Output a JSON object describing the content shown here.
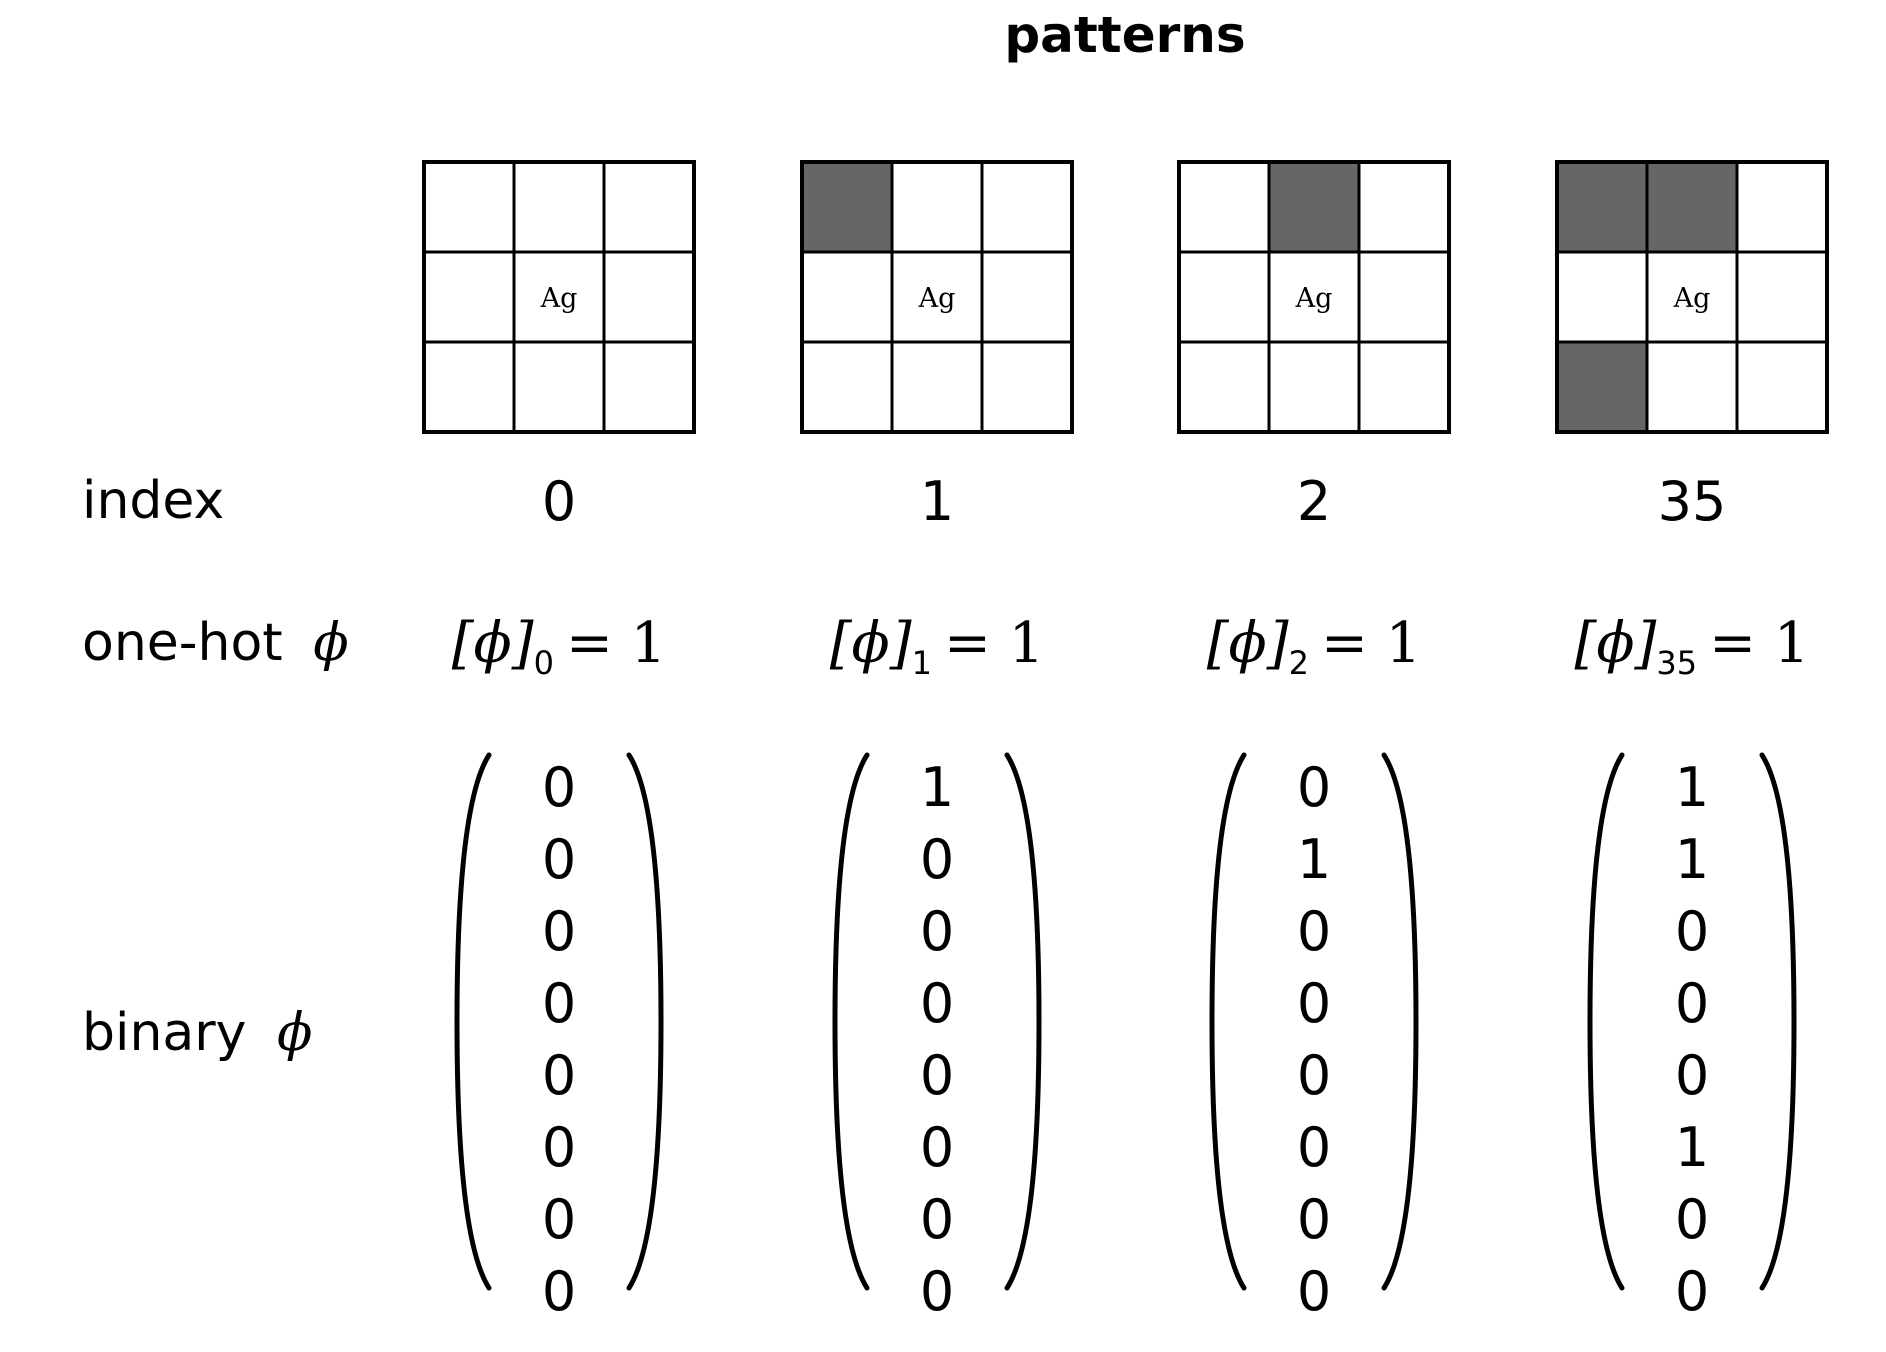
{
  "title": "patterns",
  "row_labels": {
    "index": "index",
    "one_hot_text": "one-hot",
    "binary_text": "binary",
    "phi_symbol": "ϕ"
  },
  "center_label": "Ag",
  "colors": {
    "filled": "#666666",
    "empty": "#ffffff",
    "stroke": "#000000"
  },
  "columns": [
    {
      "index": "0",
      "cells": [
        0,
        0,
        0,
        0,
        0,
        0,
        0,
        0,
        0
      ],
      "onehot": {
        "left": "[ϕ]",
        "sub": "0",
        "right": "= 1"
      },
      "binary": [
        "0",
        "0",
        "0",
        "0",
        "0",
        "0",
        "0",
        "0"
      ]
    },
    {
      "index": "1",
      "cells": [
        1,
        0,
        0,
        0,
        0,
        0,
        0,
        0,
        0
      ],
      "onehot": {
        "left": "[ϕ]",
        "sub": "1",
        "right": "= 1"
      },
      "binary": [
        "1",
        "0",
        "0",
        "0",
        "0",
        "0",
        "0",
        "0"
      ]
    },
    {
      "index": "2",
      "cells": [
        0,
        1,
        0,
        0,
        0,
        0,
        0,
        0,
        0
      ],
      "onehot": {
        "left": "[ϕ]",
        "sub": "2",
        "right": "= 1"
      },
      "binary": [
        "0",
        "1",
        "0",
        "0",
        "0",
        "0",
        "0",
        "0"
      ]
    },
    {
      "index": "35",
      "cells": [
        1,
        1,
        0,
        0,
        0,
        0,
        1,
        0,
        0
      ],
      "onehot": {
        "left": "[ϕ]",
        "sub": "35",
        "right": "= 1"
      },
      "binary": [
        "1",
        "1",
        "0",
        "0",
        "0",
        "1",
        "0",
        "0"
      ]
    }
  ]
}
